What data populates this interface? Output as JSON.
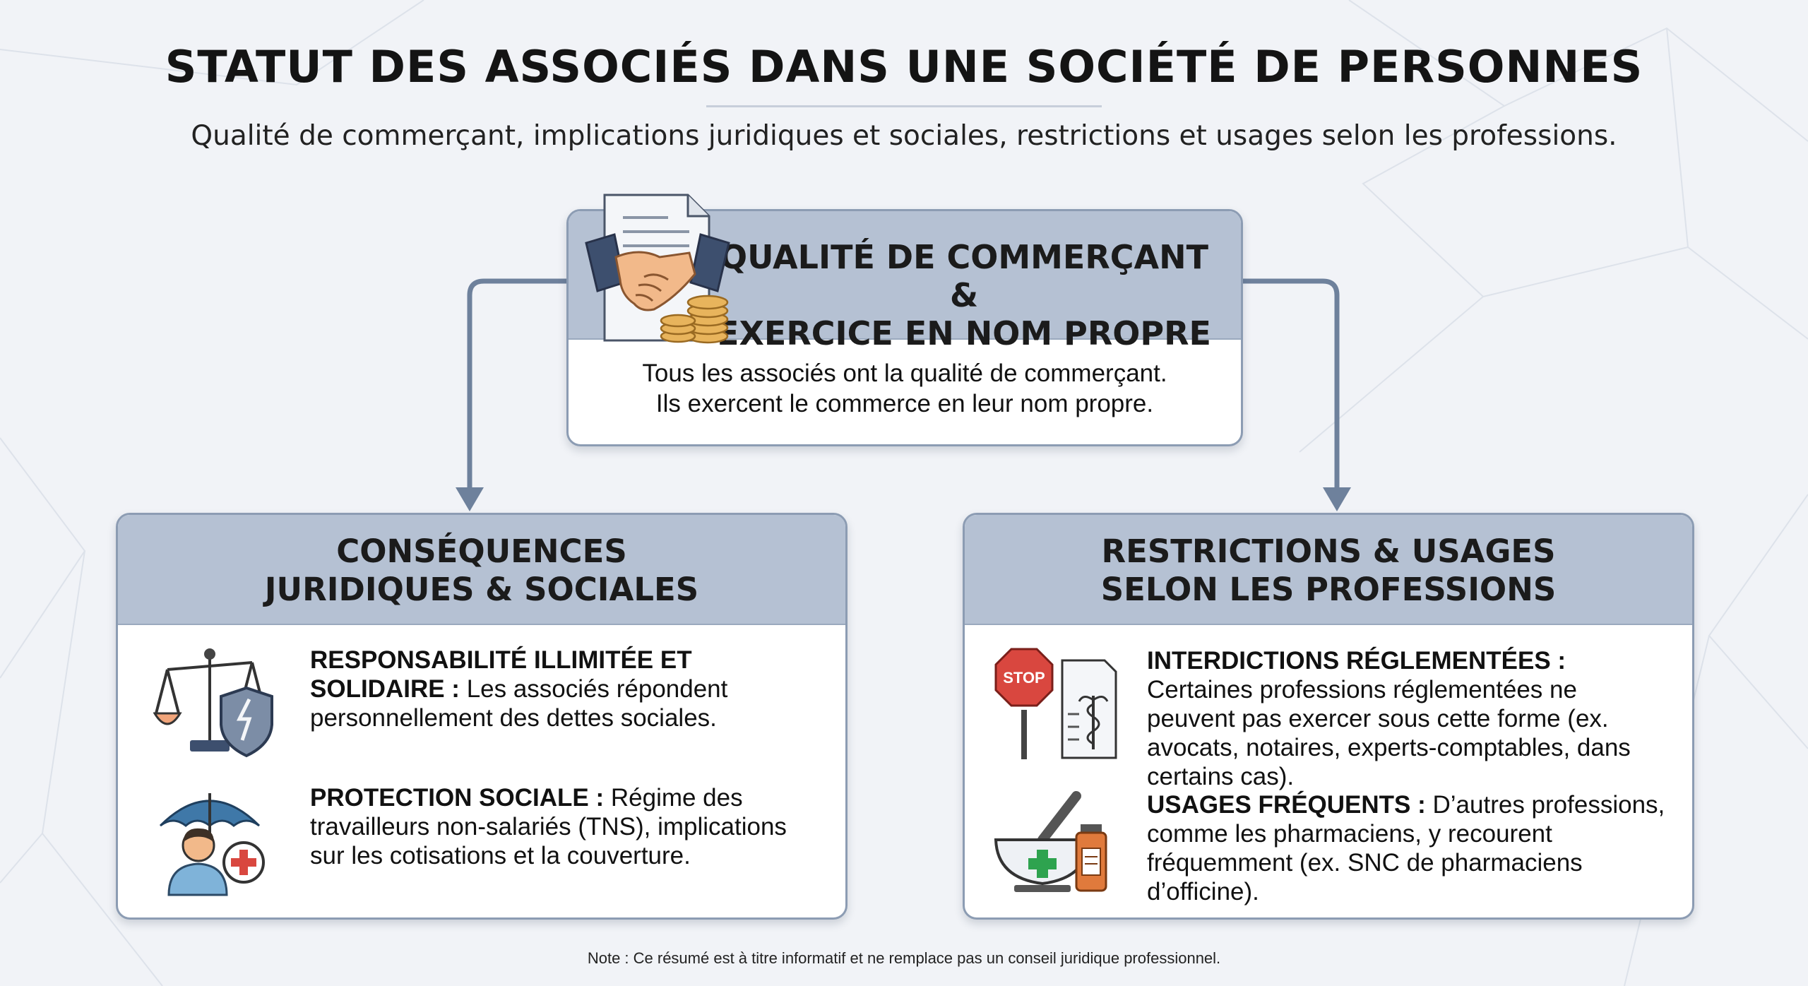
{
  "title": "STATUT DES ASSOCIÉS DANS UNE SOCIÉTÉ DE PERSONNES",
  "subtitle": "Qualité de commerçant, implications juridiques et sociales, restrictions et usages selon les professions.",
  "top_card": {
    "title_line1": "QUALITÉ DE COMMERÇANT &",
    "title_line2": "EXERCICE EN NOM PROPRE",
    "body_line1": "Tous les associés ont la qualité de commerçant.",
    "body_line2": "Ils exercent le commerce en leur nom propre."
  },
  "left_card": {
    "title_line1": "CONSÉQUENCES",
    "title_line2": "JURIDIQUES & SOCIALES",
    "items": [
      {
        "icon": "scales-shield-icon",
        "label": "RESPONSABILITÉ ILLIMITÉE ET SOLIDAIRE :",
        "text": "Les associés répondent personnellement des dettes sociales."
      },
      {
        "icon": "umbrella-person-icon",
        "label": "PROTECTION SOCIALE :",
        "text": "Régime des travailleurs non-salariés (TNS), implications sur les cotisations et la couverture."
      }
    ]
  },
  "right_card": {
    "title_line1": "RESTRICTIONS & USAGES",
    "title_line2": "SELON LES PROFESSIONS",
    "items": [
      {
        "icon": "stop-sign-document-icon",
        "label": "INTERDICTIONS RÉGLEMENTÉES :",
        "text": "Certaines professions réglementées ne peuvent pas exercer sous cette forme (ex. avocats, notaires, experts-comptables, dans certains cas)."
      },
      {
        "icon": "mortar-pestle-icon",
        "label": "USAGES FRÉQUENTS :",
        "text": "D’autres professions, comme les pharmaciens, y recourent fréquemment (ex. SNC de pharmaciens d’officine)."
      }
    ]
  },
  "stop_sign_text": "STOP",
  "note": "Note : Ce résumé est à titre informatif et ne remplace pas un conseil juridique professionnel.",
  "colors": {
    "header_fill": "#b5c1d3",
    "border": "#8c9cb3",
    "connector": "#6e819c",
    "accent_red": "#c94a4a",
    "accent_orange": "#e07a3c",
    "accent_blue": "#3f78a8"
  }
}
